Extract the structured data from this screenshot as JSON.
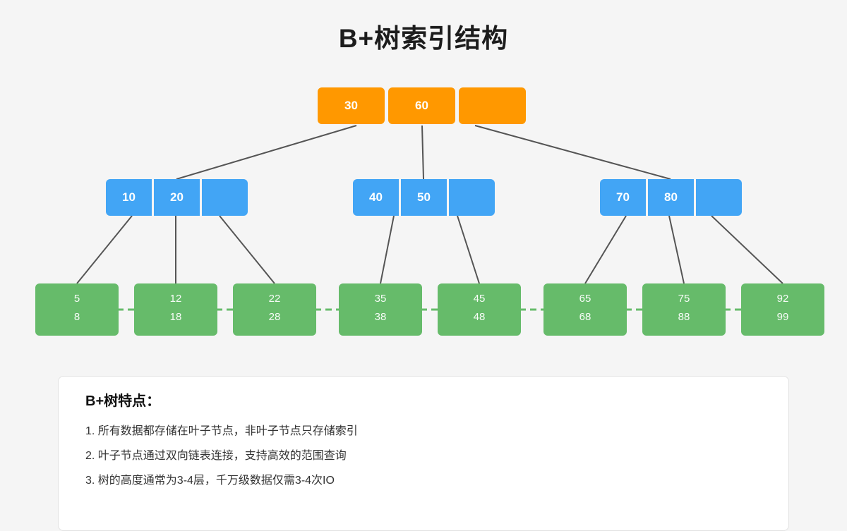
{
  "page": {
    "title": "B+树索引结构"
  },
  "tree": {
    "root": {
      "keys": [
        "30",
        "60",
        ""
      ]
    },
    "internal_nodes": [
      {
        "keys": [
          "10",
          "20",
          ""
        ]
      },
      {
        "keys": [
          "40",
          "50",
          ""
        ]
      },
      {
        "keys": [
          "70",
          "80",
          ""
        ]
      }
    ],
    "leaf_nodes": [
      {
        "values": [
          "5",
          "8"
        ]
      },
      {
        "values": [
          "12",
          "18"
        ]
      },
      {
        "values": [
          "22",
          "28"
        ]
      },
      {
        "values": [
          "35",
          "38"
        ]
      },
      {
        "values": [
          "45",
          "48"
        ]
      },
      {
        "values": [
          "65",
          "68"
        ]
      },
      {
        "values": [
          "75",
          "88"
        ]
      },
      {
        "values": [
          "92",
          "99"
        ]
      }
    ]
  },
  "features_card": {
    "heading": "B+树特点：",
    "items": [
      "1. 所有数据都存储在叶子节点，非叶子节点只存储索引",
      "2. 叶子节点通过双向链表连接，支持高效的范围查询",
      "3. 树的高度通常为3-4层，千万级数据仅需3-4次IO"
    ]
  },
  "colors": {
    "background": "#f5f5f5",
    "root_node": "#ff9800",
    "internal_node": "#42a5f5",
    "leaf_node": "#66bb6a",
    "connector": "#555555",
    "leaf_link": "#66bb6a"
  }
}
